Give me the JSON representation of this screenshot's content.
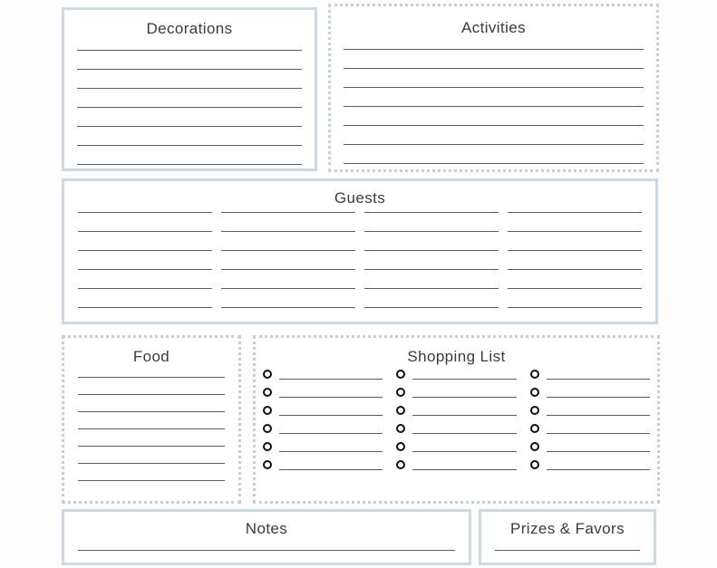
{
  "page": {
    "background_color": "#fdfdfd",
    "solid_border_color": "#cdd9e2",
    "dotted_border_color": "#c3d0db",
    "rule_line_color": "#5d5d5d",
    "title_color": "#3b3b3b",
    "checkbox_color": "#111111"
  },
  "sections": {
    "decorations": {
      "title": "Decorations",
      "border_style": "solid",
      "line_count": 7
    },
    "activities": {
      "title": "Activities",
      "border_style": "dotted",
      "line_count": 7
    },
    "guests": {
      "title": "Guests",
      "border_style": "solid",
      "columns": 4,
      "rows_per_column": 6
    },
    "food": {
      "title": "Food",
      "border_style": "dotted",
      "line_count": 7
    },
    "shopping_list": {
      "title": "Shopping List",
      "border_style": "dotted",
      "columns": 3,
      "rows_per_column": 6
    },
    "notes": {
      "title": "Notes",
      "border_style": "solid",
      "line_count": 1
    },
    "prizes_and_favors": {
      "title": "Prizes & Favors",
      "border_style": "solid",
      "line_count": 1
    }
  }
}
